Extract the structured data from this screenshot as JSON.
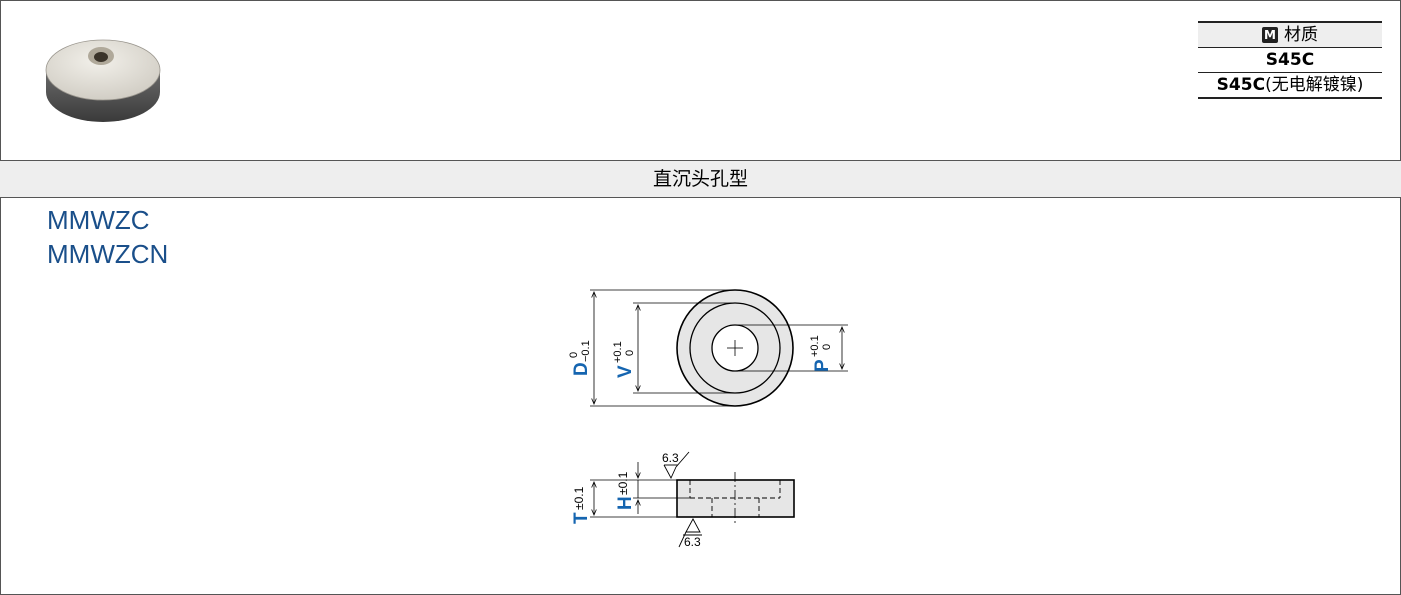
{
  "material": {
    "icon_letter": "M",
    "header": "材质",
    "rows": [
      {
        "code": "S45C",
        "note": ""
      },
      {
        "code": "S45C",
        "note": "(无电解镀镍)"
      }
    ]
  },
  "section": {
    "title": "直沉头孔型"
  },
  "models": [
    "MMWZC",
    "MMWZCN"
  ],
  "drawing": {
    "top_view": {
      "d_label": "D",
      "d_tol_upper": "0",
      "d_tol_lower": "−0.1",
      "v_label": "V",
      "v_tol_upper": "+0.1",
      "v_tol_lower": "0",
      "p_label": "P",
      "p_tol_upper": "+0.1",
      "p_tol_lower": "0"
    },
    "side_view": {
      "t_label": "T",
      "t_tol": "±0.1",
      "h_label": "H",
      "h_tol": "±0.1",
      "roughness_top": "6.3",
      "roughness_bottom": "6.3"
    }
  },
  "colors": {
    "dim_blue": "#1565b0",
    "model_blue": "#1a4f8a",
    "part_fill": "#e6e6e6"
  }
}
